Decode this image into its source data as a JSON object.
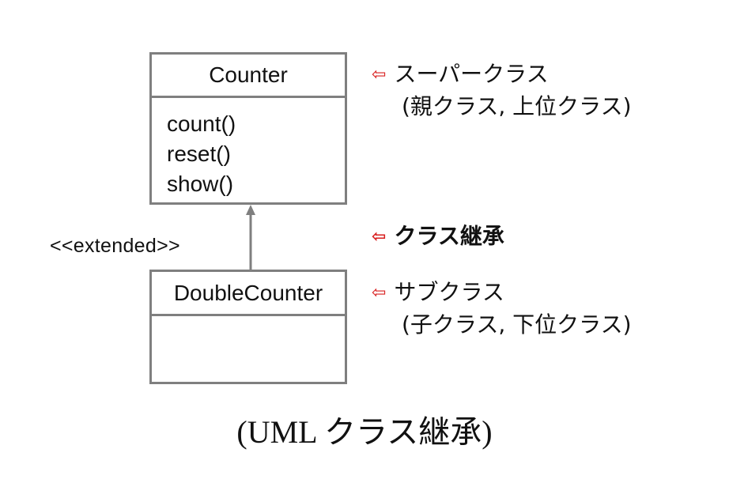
{
  "superclass": {
    "name": "Counter",
    "operations": [
      "count()",
      "reset()",
      "show()"
    ]
  },
  "subclass": {
    "name": "DoubleCounter",
    "operations": []
  },
  "relation": {
    "stereotype": "<<extended>>"
  },
  "annotations": {
    "marker": "⇦",
    "superclass_line1": "スーパークラス",
    "superclass_line2": "(親クラス, 上位クラス)",
    "inheritance": "クラス継承",
    "subclass_line1": "サブクラス",
    "subclass_line2": "(子クラス, 下位クラス)"
  },
  "caption": "(UML クラス継承)",
  "colors": {
    "box_border": "#7f7f7f",
    "marker": "#d81e1e"
  }
}
